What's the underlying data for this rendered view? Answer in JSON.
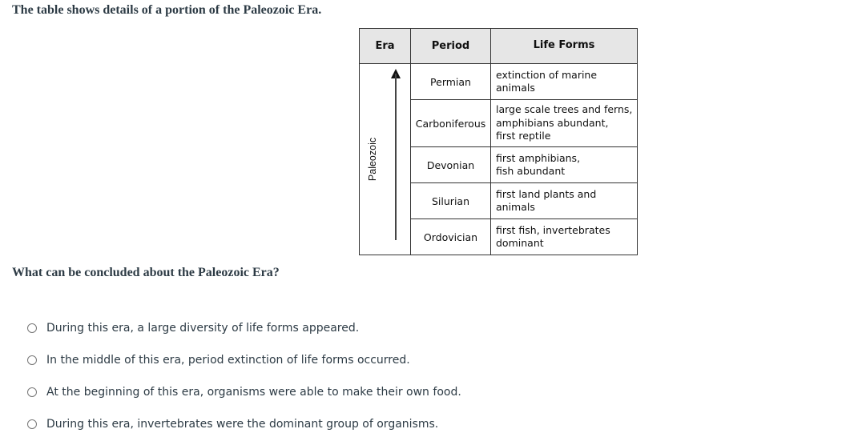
{
  "prompt": "The table shows details of a portion of the Paleozoic Era.",
  "table": {
    "headers": [
      "Era",
      "Period",
      "Life Forms"
    ],
    "era_label": "Paleozoic",
    "rows": [
      {
        "period": "Permian",
        "life_forms": [
          "extinction of marine",
          "animals"
        ]
      },
      {
        "period": "Carboniferous",
        "life_forms": [
          "large scale trees and ferns,",
          "amphibians abundant,",
          "first reptile"
        ]
      },
      {
        "period": "Devonian",
        "life_forms": [
          "first amphibians,",
          "fish abundant"
        ]
      },
      {
        "period": "Silurian",
        "life_forms": [
          "first land plants and",
          "animals"
        ]
      },
      {
        "period": "Ordovician",
        "life_forms": [
          "first fish, invertebrates",
          "dominant"
        ]
      }
    ]
  },
  "question": "What can be concluded about the Paleozoic Era?",
  "options": [
    {
      "label": "During this era, a large diversity of life forms appeared.",
      "selected": false
    },
    {
      "label": "In the middle of this era, period extinction of life forms occurred.",
      "selected": false
    },
    {
      "label": "At the beginning of this era, organisms were able to make their own food.",
      "selected": false
    },
    {
      "label": "During this era, invertebrates were the dominant group of organisms.",
      "selected": false
    }
  ]
}
